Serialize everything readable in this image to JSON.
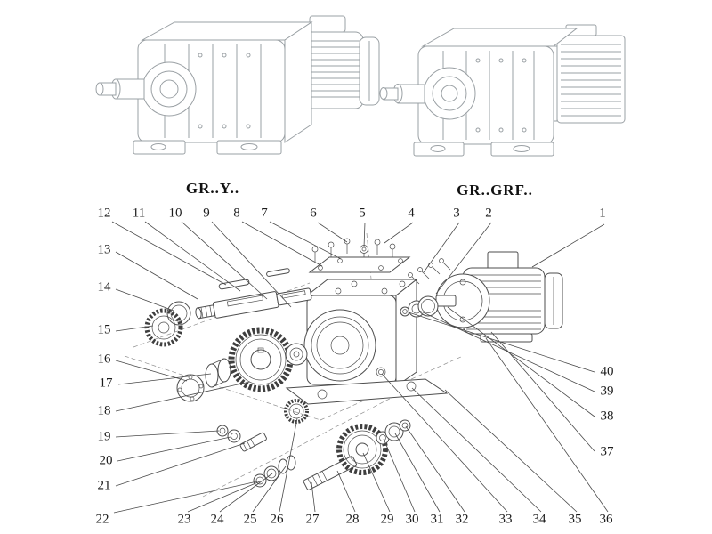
{
  "diagram": {
    "title_left": "GR..Y..",
    "title_right": "GR..GRF..",
    "callouts": {
      "top": [
        "12",
        "11",
        "10",
        "9",
        "8",
        "7",
        "6",
        "5",
        "4",
        "3",
        "2",
        "1"
      ],
      "left": [
        "13",
        "14",
        "15",
        "16",
        "17",
        "18",
        "19",
        "20",
        "21",
        "22"
      ],
      "bottom": [
        "23",
        "24",
        "25",
        "26",
        "27",
        "28",
        "29",
        "30",
        "31",
        "32",
        "33",
        "34",
        "35",
        "36"
      ],
      "right": [
        "40",
        "39",
        "38",
        "37"
      ]
    }
  }
}
